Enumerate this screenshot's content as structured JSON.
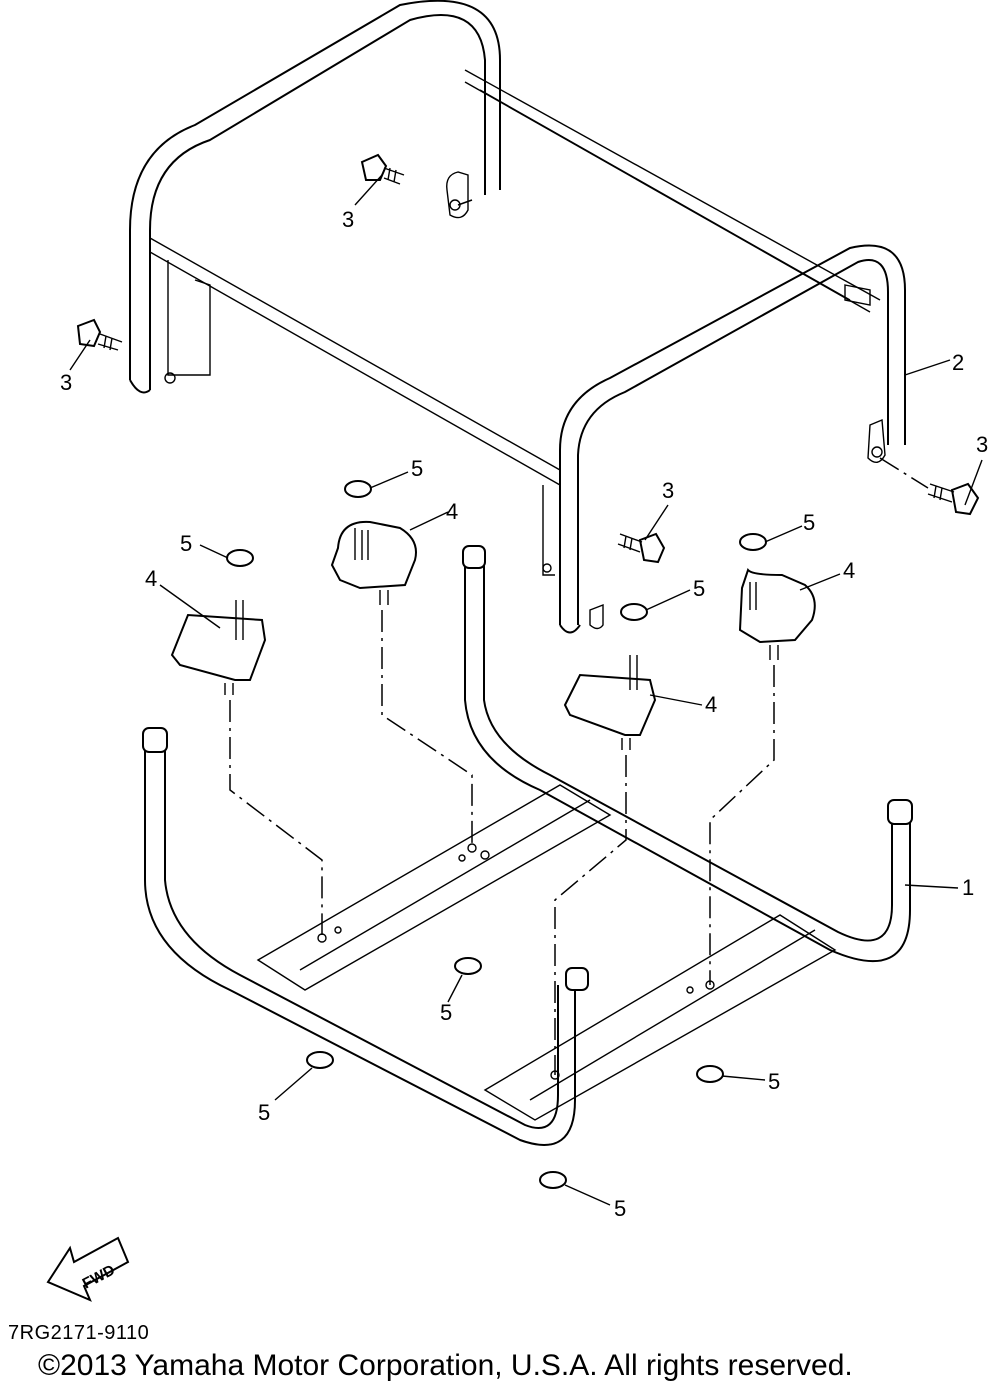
{
  "callouts": {
    "c1": "1",
    "c2": "2",
    "c3a": "3",
    "c3b": "3",
    "c3c": "3",
    "c3d": "3",
    "c4a": "4",
    "c4b": "4",
    "c4c": "4",
    "c4d": "4",
    "c5a": "5",
    "c5b": "5",
    "c5c": "5",
    "c5d": "5",
    "c5e": "5",
    "c5f": "5",
    "c5g": "5",
    "c5h": "5"
  },
  "fwd_label": "FWD",
  "diagram_code": "7RG2171-9110",
  "copyright": "©2013 Yamaha Motor Corporation, U.S.A. All rights reserved."
}
